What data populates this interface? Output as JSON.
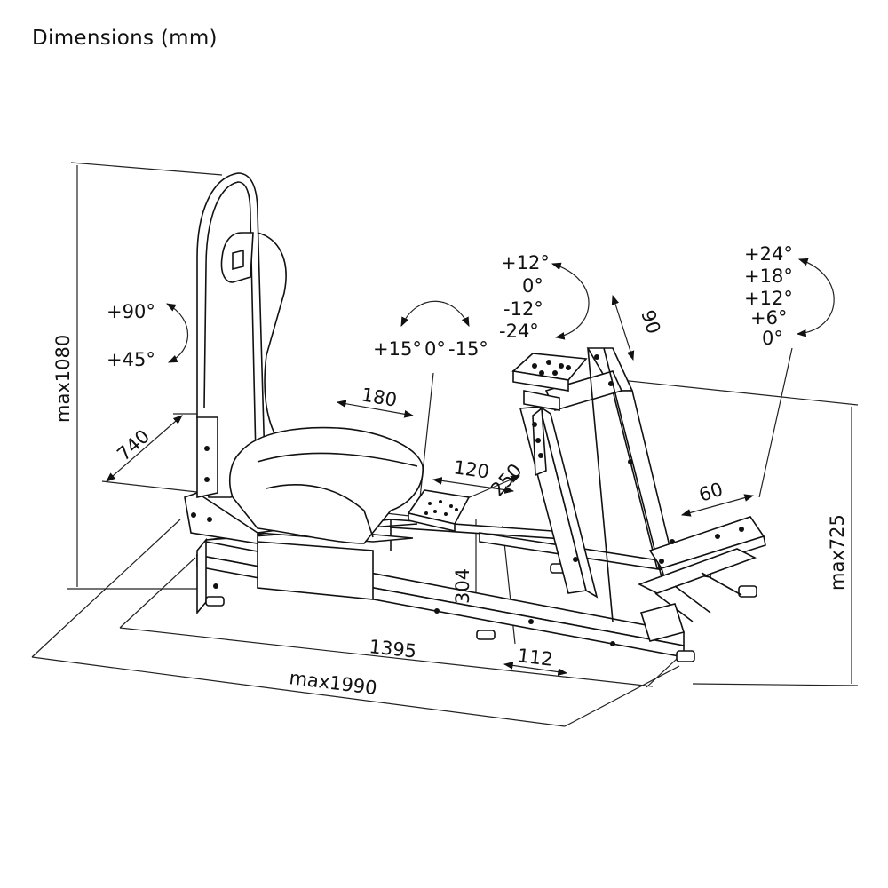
{
  "title": "Dimensions (mm)",
  "angles": {
    "seat": [
      "+90°",
      "+45°"
    ],
    "wheel_rotate": [
      "+15°",
      "0°",
      "-15°"
    ],
    "wheel_tilt": [
      "+12°",
      "0°",
      "-12°",
      "-24°"
    ],
    "pedal_tilt": [
      "+24°",
      "+18°",
      "+12°",
      "+6°",
      "0°"
    ]
  },
  "dimensions": {
    "height": "max1080",
    "depth": "740",
    "seat_slide": "180",
    "wheel_plate": "120",
    "wheel_offset": "250",
    "wheel_height": "304",
    "base_length": "1395",
    "total_length": "max1990",
    "rail": "112",
    "wheel_column": "90",
    "pedal_slide": "60",
    "pedal_height": "max725"
  },
  "colors": {
    "line": "#111111",
    "background": "#ffffff"
  }
}
